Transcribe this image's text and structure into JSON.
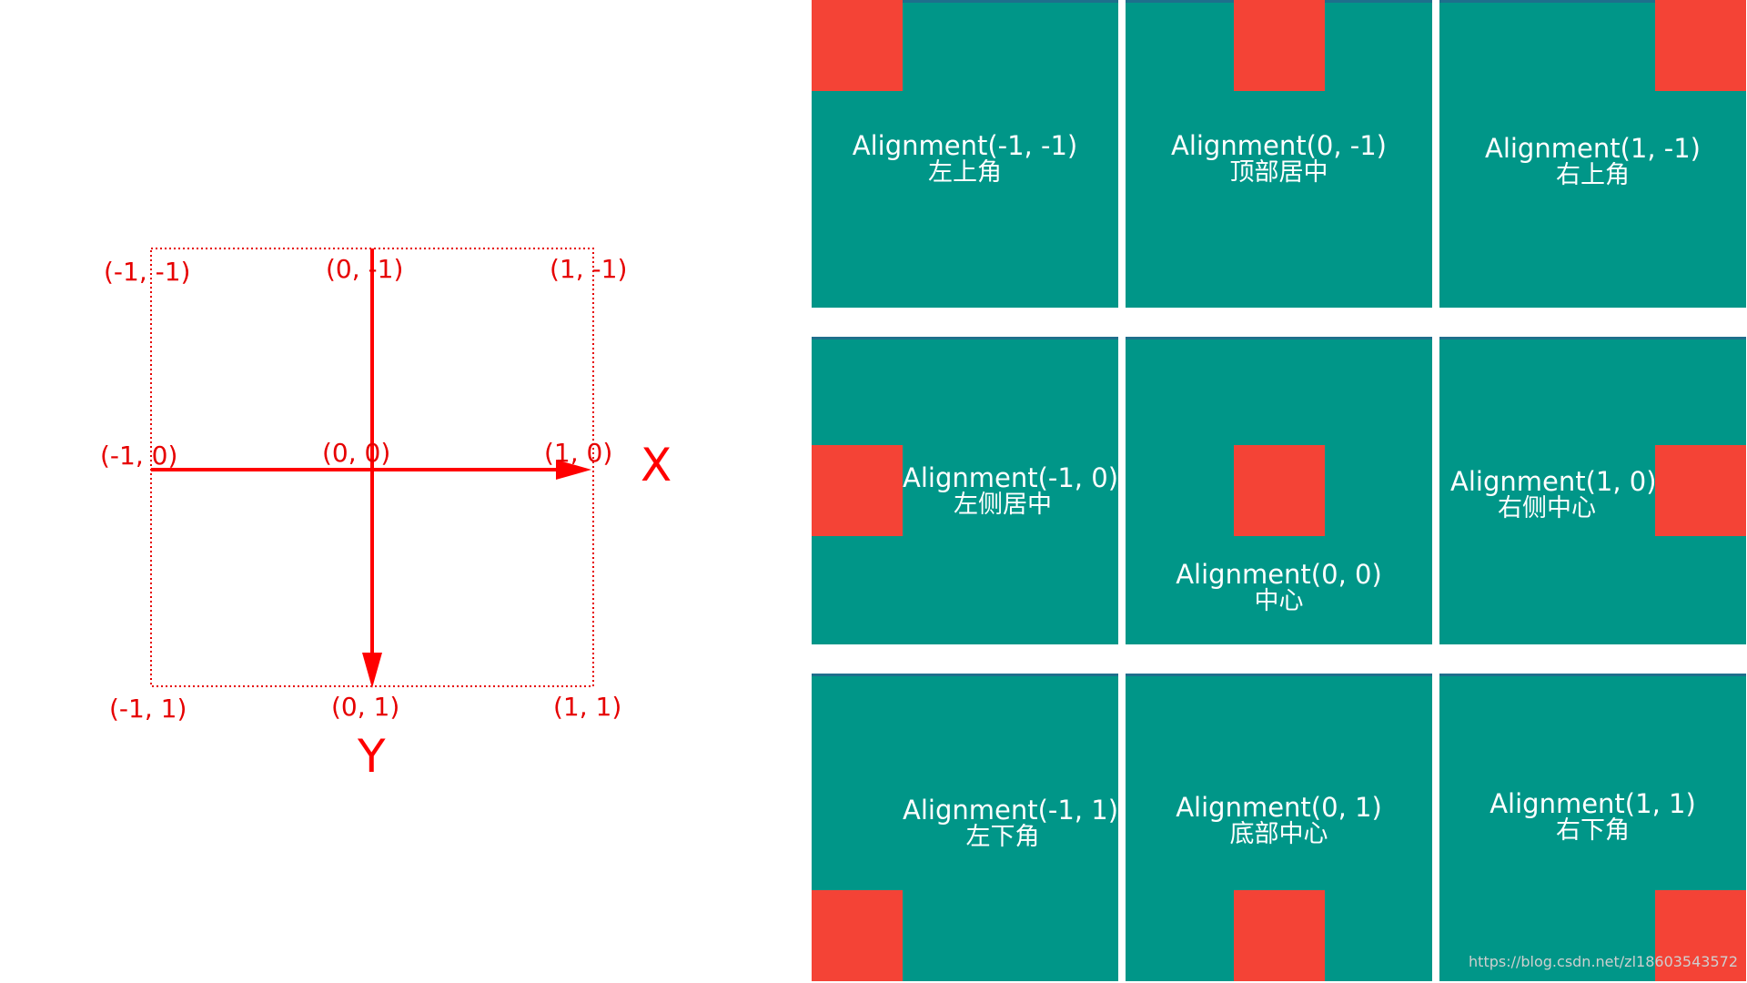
{
  "diagram": {
    "labels": {
      "top_left": "(-1,  -1)",
      "top_center": "(0,  -1)",
      "top_right": "(1,  -1)",
      "mid_left": "(-1,  0)",
      "center": "(0,  0)",
      "mid_right": "(1,  0)",
      "bottom_left": "(-1,  1)",
      "bottom_center": "(0,  1)",
      "bottom_right": "(1,  1)"
    },
    "x_axis": "X",
    "y_axis": "Y",
    "color": "#e60000"
  },
  "tiles": [
    {
      "alignment": "Alignment(-1, -1)",
      "desc": "左上角",
      "align_x": -1,
      "align_y": -1
    },
    {
      "alignment": "Alignment(0, -1)",
      "desc": "顶部居中",
      "align_x": 0,
      "align_y": -1
    },
    {
      "alignment": "Alignment(1, -1)",
      "desc": "右上角",
      "align_x": 1,
      "align_y": -1
    },
    {
      "alignment": "Alignment(-1, 0)",
      "desc": "左侧居中",
      "align_x": -1,
      "align_y": 0
    },
    {
      "alignment": "Alignment(0, 0)",
      "desc": "中心",
      "align_x": 0,
      "align_y": 0
    },
    {
      "alignment": "Alignment(1, 0)",
      "desc": "右侧中心",
      "align_x": 1,
      "align_y": 0
    },
    {
      "alignment": "Alignment(-1, 1)",
      "desc": "左下角",
      "align_x": -1,
      "align_y": 1
    },
    {
      "alignment": "Alignment(0, 1)",
      "desc": "底部中心",
      "align_x": 0,
      "align_y": 1
    },
    {
      "alignment": "Alignment(1, 1)",
      "desc": "右下角",
      "align_x": 1,
      "align_y": 1
    }
  ],
  "colors": {
    "tile_background": "#009688",
    "child_box": "#f44336",
    "text": "#ffffff"
  },
  "watermark": "https://blog.csdn.net/zl18603543572"
}
